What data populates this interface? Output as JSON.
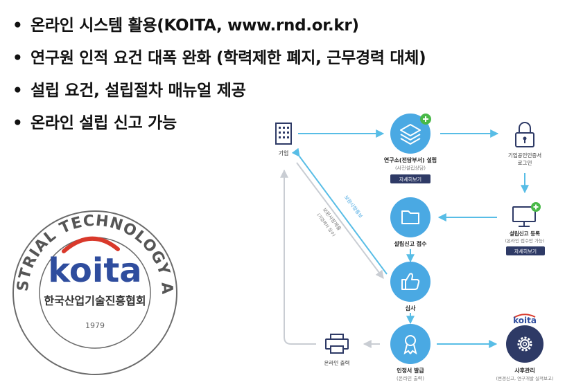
{
  "bullets": [
    "온라인 시스템 활용(KOITA, www.rnd.or.kr)",
    "연구원 인적 요건 대폭 완화 (학력제한 폐지, 근무경력 대체)",
    "설립 요건, 설립절차 매뉴얼 제공",
    "온라인 설립 신고 가능"
  ],
  "seal": {
    "ring_text": "KOREA INDUSTRIAL TECHNOLOGY ASSOCIATION",
    "logo": "koita",
    "korean_name": "한국산업기술진흥협회",
    "year": "1979"
  },
  "flow": {
    "company": "기업",
    "lab_setup": "연구소(전담부서) 설립",
    "lab_setup_sub": "(사전설립상담)",
    "detail_button": "자세히보기",
    "cert_login_line1": "기업공인인증서",
    "cert_login_line2": "로그인",
    "registration": "설립신고 등록",
    "registration_sub": "(온라인 접수만 가능)",
    "receipt": "설립신고 접수",
    "review": "심사",
    "issue": "인정서 발급",
    "issue_sub": "(온라인 출력)",
    "online_print": "온라인 출력",
    "post_management": "사후관리",
    "post_management_sub": "(변경신고, 연구개발 실적보고)",
    "supplement_notice": "보완사항통보",
    "supplement_submit": "보완사항제출",
    "supplement_submit_sub": "(기업에서 접수)",
    "koita_mark": "koita"
  },
  "colors": {
    "node_blue": "#4aa9e3",
    "arrow_blue": "#58bde6",
    "plus_green": "#49b948",
    "navy": "#2e3a66",
    "gray_line": "#c9cdd3",
    "koita_blue": "#2f4d9e",
    "koita_red": "#d9392b"
  }
}
